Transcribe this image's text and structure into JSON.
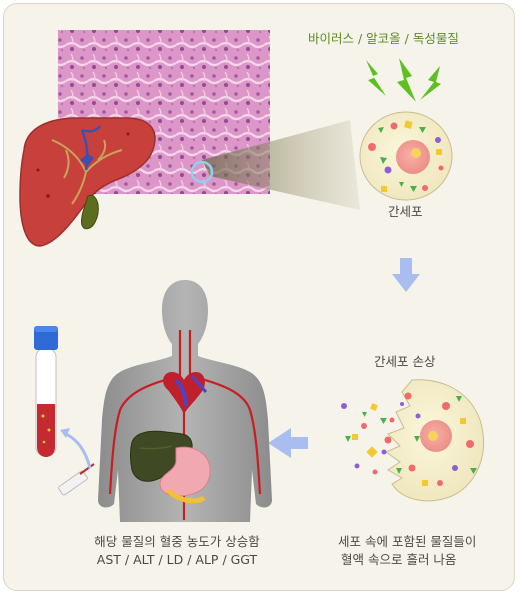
{
  "labels": {
    "toxins": "바이러스  /  알코올  /  독성물질",
    "cell": "간세포",
    "damage": "간세포 손상",
    "release_line1": "세포 속에 포함된 물질들이",
    "release_line2": "혈액 속으로 흘러 나옴",
    "blood_line1": "해당 물질의 혈중 농도가 상승함",
    "blood_line2": "AST  /  ALT  /  LD  /  ALP  /  GGT"
  },
  "colors": {
    "text_green": "#5f8a24",
    "arrow_blue": "#a9bdf0",
    "liver_red": "#c8403c",
    "gallbladder": "#5d6d1e",
    "tissue_pink": "#d88fc2",
    "lightning": "#5cc01e",
    "tube_cap": "#2f6ad6"
  },
  "icons": {
    "lightning": "lightning-icon",
    "arrow_down": "arrow-down-icon",
    "arrow_left": "arrow-left-icon",
    "arrow_curved": "curved-arrow-icon"
  }
}
